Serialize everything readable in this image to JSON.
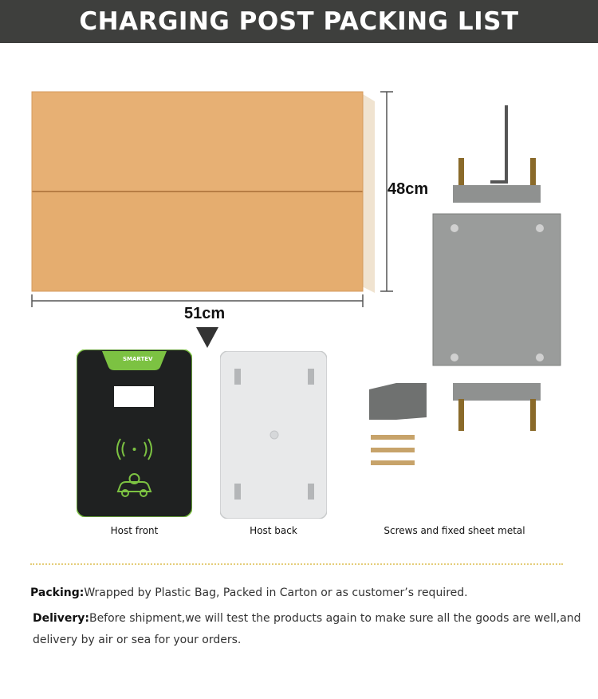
{
  "header": {
    "title": "CHARGING POST PACKING LIST"
  },
  "dimensions": {
    "height": "48cm",
    "width": "51cm"
  },
  "device": {
    "brand": "SMARTEV"
  },
  "captions": {
    "host_front": "Host front",
    "host_back": "Host back",
    "screws": "Screws and fixed sheet metal"
  },
  "info": {
    "packing_label": "Packing:",
    "packing_text": "Wrapped by Plastic Bag, Packed in Carton or as customer’s required.",
    "delivery_label": "Delivery:",
    "delivery_line1": "Before shipment,we will test the products again to make sure all the goods are well,and",
    "delivery_line2": "delivery by air or sea for your orders."
  },
  "colors": {
    "banner": "#3e3f3d",
    "carton": "#e5ad6f",
    "accent_green": "#7cc242",
    "device_body": "#1f2121",
    "metal": "#9a9c9b"
  }
}
